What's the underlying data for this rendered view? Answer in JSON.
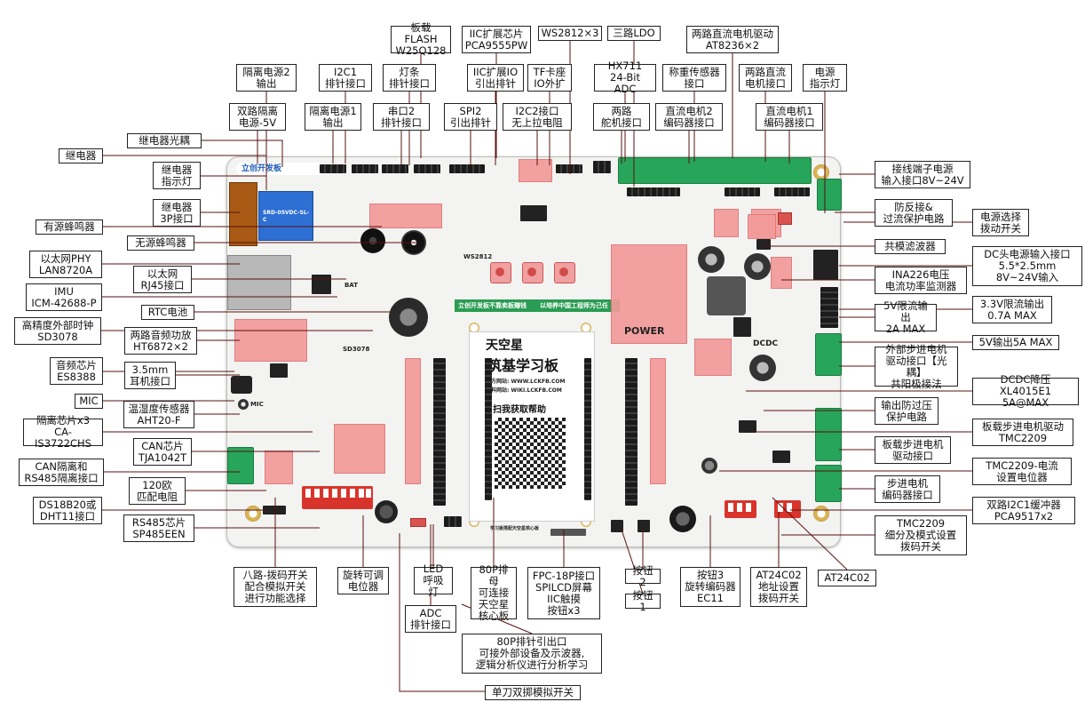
{
  "board": {
    "brand": "立创开发板",
    "title": "天空星",
    "subtitle": "筑基学习板",
    "website1": "官方网站: WWW.LCKFB.COM",
    "website2": "资料网站: WIKI.LCKFB.COM",
    "scan": "扫我获取帮助",
    "power": "POWER",
    "slogan1": "立创开发板不靠卖板赚钱",
    "slogan2": "以培养中国工程师为己任",
    "dcdc": "DCDC",
    "bat": "BAT",
    "ws2812": "WS2812",
    "mic": "MIC",
    "sd3078": "SD3078",
    "fpc_note": "学习板搭配天空星核心板"
  },
  "labels": {
    "flash": "板载FLASH\nW25Q128",
    "iic_expand": "IIC扩展芯片\nPCA9555PW",
    "ws2812x3": "WS2812×3",
    "ldo3": "三路LDO",
    "dc_motor_driver": "两路直流电机驱动\nAT8236×2",
    "iso2_out": "隔离电源2\n输出",
    "i2c1_hdr": "I2C1\n排针接口",
    "light_strip": "灯条\n排针接口",
    "iic_io": "IIC扩展IO\n引出排针",
    "tf_io": "TF卡座\nIO外扩",
    "hx711": "HX711\n24-Bit ADC",
    "weigh_sensor": "称重传感器\n接口",
    "dc_motor_if": "两路直流\n电机接口",
    "power_led": "电源\n指示灯",
    "dual_iso": "双路隔离\n电源-5V",
    "iso1_out": "隔离电源1\n输出",
    "uart2_hdr": "串口2\n排针接口",
    "spi2_hdr": "SPI2\n引出排针",
    "i2c2_nopull": "I2C2接口\n无上拉电阻",
    "servo2": "两路\n舵机接口",
    "dc_motor2_enc": "直流电机2\n编码器接口",
    "dc_motor1_enc": "直流电机1\n编码器接口",
    "relay_opto": "继电器光耦",
    "relay": "继电器",
    "relay_led": "继电器\n指示灯",
    "relay_3p": "继电器\n3P接口",
    "active_buzzer": "有源蜂鸣器",
    "passive_buzzer": "无源蜂鸣器",
    "eth_phy": "以太网PHY\nLAN8720A",
    "eth_rj45": "以太网\nRJ45接口",
    "imu": "IMU\nICM-42688-P",
    "rtc_batt": "RTC电池",
    "rtc_clock": "高精度外部时钟\nSD3078",
    "audio_amp": "两路音频功放\nHT6872×2",
    "audio_chip": "音频芯片\nES8388",
    "jack_35": "3.5mm\n耳机接口",
    "mic_lbl": "MIC",
    "temp_hum": "温湿度传感器\nAHT20-F",
    "iso_chip": "隔离芯片x3\nCA-IS3722CHS",
    "can_chip": "CAN芯片\nTJA1042T",
    "can_rs485_iso": "CAN隔离和\nRS485隔离接口",
    "r120": "120欧\n匹配电阻",
    "ds18b20": "DS18B20或\nDHT11接口",
    "rs485_chip": "RS485芯片\nSP485EEN",
    "terminal_power": "接线端子电源\n输入接口8V~24V",
    "reverse_protect": "防反接&\n过流保护电路",
    "power_sel": "电源选择\n拨动开关",
    "cm_filter": "共模滤波器",
    "dc_jack": "DC头电源输入接口\n5.5*2.5mm\n8V~24V输入",
    "ina226": "INA226电压\n电流功率监测器",
    "out33": "3.3V限流输出\n0.7A MAX",
    "out5_limit": "5V限流输出\n2A MAX",
    "out5_5a": "5V输出5A MAX",
    "ext_stepper": "外部步进电机\n驱动接口【光耦】\n共阳极接法",
    "dcdc_lbl": "DCDC降压\nXL4015E1 5A@MAX",
    "ovp": "输出防过压\n保护电路",
    "stepper_drv": "板载步进电机驱动\nTMC2209",
    "stepper_if": "板载步进电机\n驱动接口",
    "tmc_current": "TMC2209-电流\n设置电位器",
    "stepper_enc": "步进电机\n编码器接口",
    "i2c_buffer": "双路I2C1缓冲器\nPCA9517x2",
    "tmc_microstep": "TMC2209\n细分及模式设置\n拨码开关",
    "at24c02": "AT24C02",
    "dip8": "八路-拨码开关\n配合模拟开关\n进行功能选择",
    "rot_pot": "旋转可调\n电位器",
    "led_breath": "LED\n呼吸灯",
    "adc_hdr": "ADC\n排针接口",
    "p80_socket": "80P排母\n可连接\n天空星\n核心板",
    "fpc18": "FPC-18P接口\nSPILCD屏幕\nIIC触摸\n按钮x3",
    "key2": "按钮2",
    "key1": "按钮1",
    "key3": "按钮3\n旋转编码器\nEC11",
    "at24_addr": "AT24C02\n地址设置\n拨码开关",
    "p80_header": "80P排针引出口\n可接外部设备及示波器,\n逻辑分析仪进行分析学习",
    "spdt_switch": "单刀双掷模拟开关"
  },
  "colors": {
    "board": "#f3f3f1",
    "terminal_green": "#27a55a",
    "header_black": "#1b1b1b",
    "annotation_pink": "#f29a9a",
    "dip_red": "#d9342b",
    "relay_blue": "#2d6fd3",
    "leader": "#5a1010"
  }
}
